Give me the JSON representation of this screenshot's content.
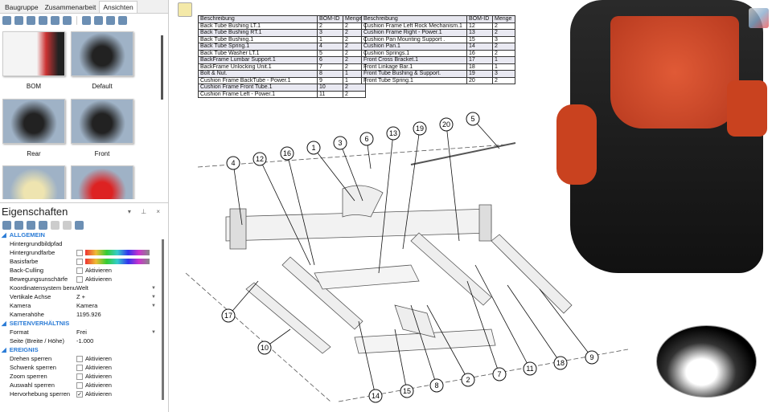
{
  "tabs": [
    "Baugruppe",
    "Zusammenarbeit",
    "Ansichten"
  ],
  "views": [
    {
      "label": "BOM"
    },
    {
      "label": "Default"
    },
    {
      "label": "Rear"
    },
    {
      "label": "Front"
    }
  ],
  "properties": {
    "title": "Eigenschaften",
    "sections": [
      {
        "name": "ALLGEMEIN",
        "rows": [
          {
            "key": "Hintergrundbildpfad",
            "value": ""
          },
          {
            "key": "Hintergrundfarbe",
            "type": "color"
          },
          {
            "key": "Basisfarbe",
            "type": "color"
          },
          {
            "key": "Back-Culling",
            "value": "Aktivieren",
            "checked": false
          },
          {
            "key": "Bewegungsunschärfe",
            "value": "Aktivieren",
            "checked": false
          },
          {
            "key": "Koordinatensystem benutz...",
            "value": "Welt",
            "dropdown": true
          },
          {
            "key": "Vertikale Achse",
            "value": "Z +",
            "dropdown": true
          },
          {
            "key": "Kamera",
            "value": "Kamera",
            "dropdown": true
          },
          {
            "key": "Kamerahöhe",
            "value": "1195.926"
          }
        ]
      },
      {
        "name": "SEITENVERHÄLTNIS",
        "rows": [
          {
            "key": "Format",
            "value": "Frei",
            "dropdown": true
          },
          {
            "key": "Seite (Breite / Höhe)",
            "value": "-1.000"
          }
        ]
      },
      {
        "name": "EREIGNIS",
        "rows": [
          {
            "key": "Drehen sperren",
            "value": "Aktivieren",
            "checked": false
          },
          {
            "key": "Schwenk sperren",
            "value": "Aktivieren",
            "checked": false
          },
          {
            "key": "Zoom sperren",
            "value": "Aktivieren",
            "checked": false
          },
          {
            "key": "Auswahl sperren",
            "value": "Aktivieren",
            "checked": false
          },
          {
            "key": "Hervorhebung sperren",
            "value": "Aktivieren",
            "checked": true
          }
        ]
      }
    ]
  },
  "bom_headers": [
    "Beschreibung",
    "BOM-ID",
    "Menge"
  ],
  "bom_left": [
    [
      "Back Tube Bushing LT.1",
      "2",
      "2"
    ],
    [
      "Back Tube Bushing RT.1",
      "3",
      "2"
    ],
    [
      "Back Tube Bushing.1",
      "1",
      "2"
    ],
    [
      "Back Tube Spring.1",
      "4",
      "2"
    ],
    [
      "Back Tube Washer LT.1",
      "5",
      "2"
    ],
    [
      "BackFrame Lumbar Support.1",
      "6",
      "2"
    ],
    [
      "BackFrame Unlocking Unit.1",
      "7",
      "2"
    ],
    [
      "Bolt & Nut.",
      "8",
      "1"
    ],
    [
      "Cushion Frame BackTube - Power.1",
      "9",
      "1"
    ],
    [
      "Cushion Frame Front Tube.1",
      "10",
      "2"
    ],
    [
      "Cushion Frame Left - Power.1",
      "11",
      "2"
    ]
  ],
  "bom_right": [
    [
      "Cushion Frame Left Rock Mechanism.1",
      "12",
      "2"
    ],
    [
      "Cushion Frame Right - Power.1",
      "13",
      "2"
    ],
    [
      "Cushion Pan Mounting Support .",
      "15",
      "3"
    ],
    [
      "Cushion Pan.1",
      "14",
      "2"
    ],
    [
      "Cushion Springs.1",
      "16",
      "2"
    ],
    [
      "Front Cross Bracket.1",
      "17",
      "1"
    ],
    [
      "Front Linkage Bar.1",
      "18",
      "1"
    ],
    [
      "Front Tube Bushing & Support.",
      "19",
      "3"
    ],
    [
      "Front Tube Spring.1",
      "20",
      "2"
    ]
  ],
  "callouts": [
    "4",
    "12",
    "16",
    "1",
    "3",
    "6",
    "13",
    "19",
    "20",
    "5",
    "17",
    "10",
    "14",
    "15",
    "8",
    "2",
    "7",
    "11",
    "18",
    "9"
  ],
  "colors": {
    "accent": "#2a7bd6",
    "seat_red": "#d8482a"
  }
}
